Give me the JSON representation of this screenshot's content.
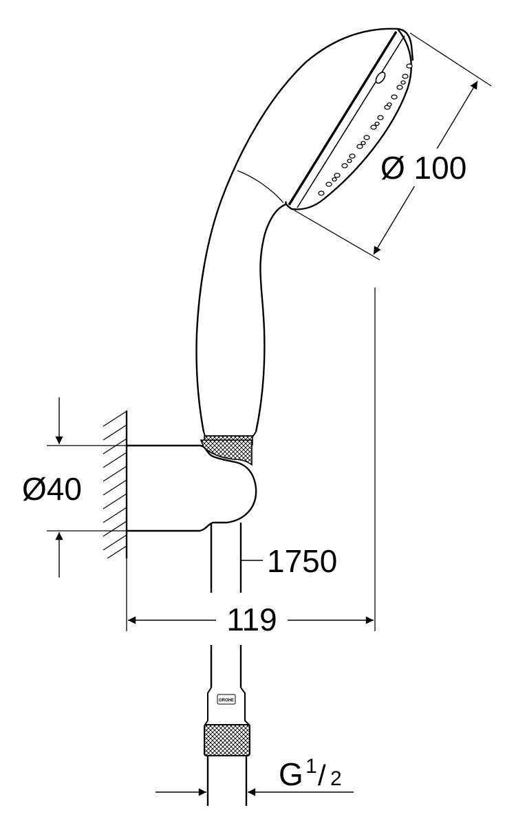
{
  "dimensions": {
    "spray_diameter": "Ø 100",
    "holder_diameter": "Ø40",
    "hose_length": "1750",
    "wall_distance": "119",
    "thread": {
      "letter": "G",
      "numerator": "1",
      "slash": "/",
      "denominator": "2"
    }
  },
  "logo_text": "GROHE",
  "colors": {
    "line": "#000000",
    "background": "#ffffff"
  }
}
